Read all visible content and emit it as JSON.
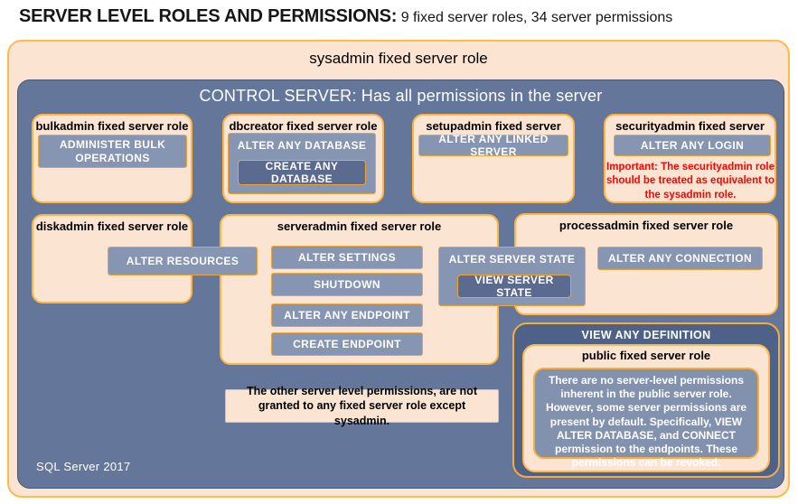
{
  "page": {
    "title": "SERVER LEVEL ROLES AND PERMISSIONS:",
    "subtitle": " 9 fixed server roles, 34 server permissions",
    "footer": "SQL Server 2017"
  },
  "sysadmin": {
    "label": "sysadmin fixed server role",
    "control_label": "CONTROL SERVER: Has all permissions in the server"
  },
  "roles": {
    "bulkadmin": {
      "title": "bulkadmin fixed server role",
      "perm": "ADMINISTER BULK OPERATIONS"
    },
    "dbcreator": {
      "title": "dbcreator fixed server role",
      "outer_perm": "ALTER ANY DATABASE",
      "nested_perm": "CREATE ANY DATABASE"
    },
    "setupadmin": {
      "title": "setupadmin fixed server role",
      "perm": "ALTER ANY LINKED SERVER"
    },
    "securityadmin": {
      "title": "securityadmin fixed server role",
      "perm": "ALTER ANY LOGIN",
      "warning": "Important: The securityadmin role should be treated as equivalent to the sysadmin role."
    },
    "diskadmin": {
      "title": "diskadmin fixed server role",
      "perm": "ALTER RESOURCES"
    },
    "serveradmin": {
      "title": "serveradmin fixed server role",
      "perms": [
        "ALTER SETTINGS",
        "SHUTDOWN",
        "ALTER ANY ENDPOINT",
        "CREATE ENDPOINT"
      ],
      "outer_perm": "ALTER SERVER STATE",
      "nested_perm": "VIEW SERVER STATE"
    },
    "processadmin": {
      "title": "processadmin fixed server role",
      "perm": "ALTER ANY CONNECTION"
    },
    "public": {
      "outer_perm": "VIEW ANY DEFINITION",
      "title": "public fixed server role",
      "description": "There are no server-level permissions inherent in the public server role. However, some server permissions are present by default. Specifically, VIEW ALTER DATABASE, and CONNECT permission to the endpoints. These permissions can be revoked."
    }
  },
  "note": {
    "text": "The other server level permissions, are not granted to any fixed server role except sysadmin."
  },
  "colors": {
    "peach": "#FBE5D2",
    "slate_blue": "#64779B",
    "permission_fill": "#8695B1",
    "nested_permission_fill": "#5A6B8F",
    "view_any_definition_fill": "#4E6189",
    "gold_border": "#EDA338",
    "warning_red": "#FF0000"
  }
}
